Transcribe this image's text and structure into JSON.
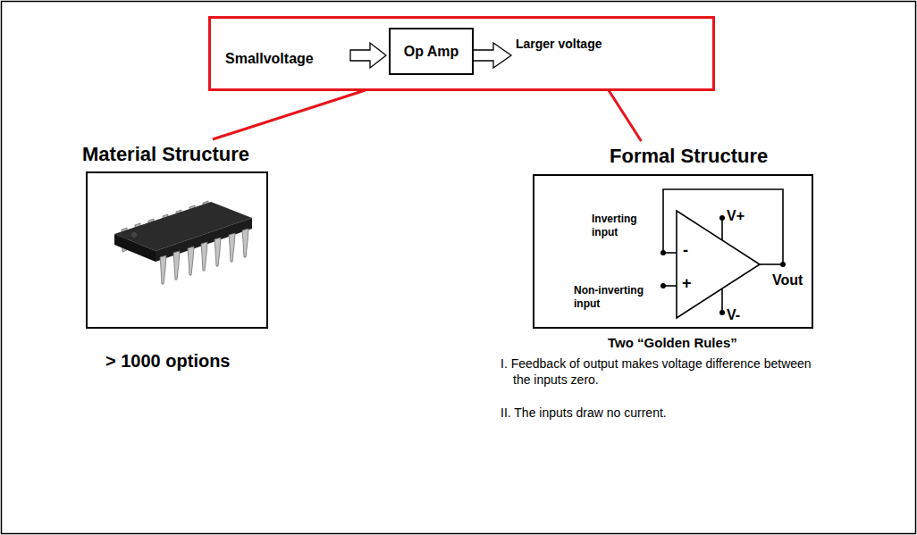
{
  "diagram": {
    "nodes": [
      {
        "text": [
          "Smallvoltage",
          "Larger voltage"
        ]
      },
      {
        "text": [
          "Op Amp"
        ],
        "in": 0
      },
      {
        "text": [
          "Material Structure"
        ]
      },
      {
        "text": [
          "Formal Structure"
        ]
      }
    ],
    "edges": [
      {
        "from": 0,
        "to": 2,
        "arrow": "none"
      },
      {
        "from": 0,
        "to": 3,
        "arrow": "none"
      }
    ],
    "labels": [
      "Inverting input",
      "-",
      "Non-inverting input",
      "+",
      "V+",
      "V-",
      "Vout",
      "> 1000 options",
      "Two “Golden Rules”",
      "I. Feedback of output makes voltage difference between the inputs zero.",
      "II. The inputs draw no current."
    ]
  }
}
